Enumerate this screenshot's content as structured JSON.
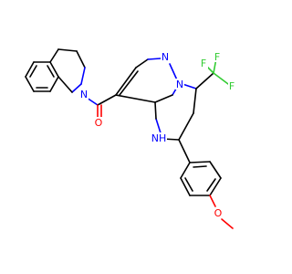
{
  "atoms": {
    "n_isoquinoline": {
      "text": "N",
      "color": "#0000ff"
    },
    "o_carbonyl": {
      "text": "O",
      "color": "#ff0000"
    },
    "n_pyrazole_top": {
      "text": "N",
      "color": "#0000ff"
    },
    "n_pyrazole_bridge": {
      "text": "N",
      "color": "#0000ff"
    },
    "nh": {
      "text": "NH",
      "color": "#0000ff"
    },
    "f_top": {
      "text": "F",
      "color": "#33cc33"
    },
    "f_right": {
      "text": "F",
      "color": "#33cc33"
    },
    "f_left": {
      "text": "F",
      "color": "#33cc33"
    },
    "o_methoxy": {
      "text": "O",
      "color": "#ff0000"
    }
  }
}
